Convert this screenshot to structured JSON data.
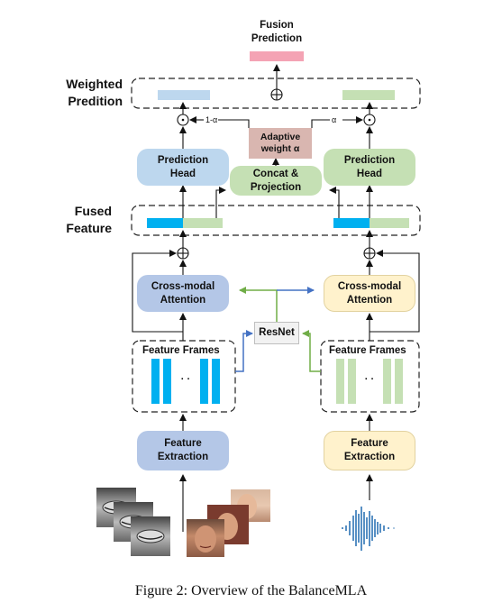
{
  "nodes": {
    "fusion_prediction": "Fusion\nPrediction",
    "weighted_prediction": "Weighted\nPredition",
    "adaptive_weight": "Adaptive\nweight α",
    "prediction_head_left": "Prediction\nHead",
    "prediction_head_right": "Prediction\nHead",
    "concat_projection": "Concat &\nProjection",
    "fused_feature": "Fused\nFeature",
    "cross_modal_left": "Cross-modal\nAttention",
    "cross_modal_right": "Cross-modal\nAttention",
    "resnet": "ResNet",
    "feature_frames_left": "Feature Frames",
    "feature_frames_right": "Feature Frames",
    "feature_extraction_left": "Feature\nExtraction",
    "feature_extraction_right": "Feature\nExtraction"
  },
  "edge_labels": {
    "one_minus_alpha": "1-α",
    "alpha": "α",
    "dots": "· ·"
  },
  "caption": "Figure 2: Overview of the BalanceMLA",
  "colors": {
    "pink": "#f4a3b4",
    "blue_box": "#bdd7ee",
    "green_box": "#c5e0b4",
    "purple_box": "#b4c7e7",
    "yellow_box": "#fff2cc",
    "adaptive_box": "#d9b6b0",
    "cyan_bar": "#00b0f0",
    "green_bar": "#c5e0b4",
    "blue_arrow": "#4472c4",
    "green_arrow": "#70ad47",
    "resnet_box": "#f2f2f2"
  },
  "icons": {
    "faces_gray": "face-photo-grayscale-stack",
    "faces_color": "face-photo-color-stack",
    "audio": "audio-waveform"
  }
}
